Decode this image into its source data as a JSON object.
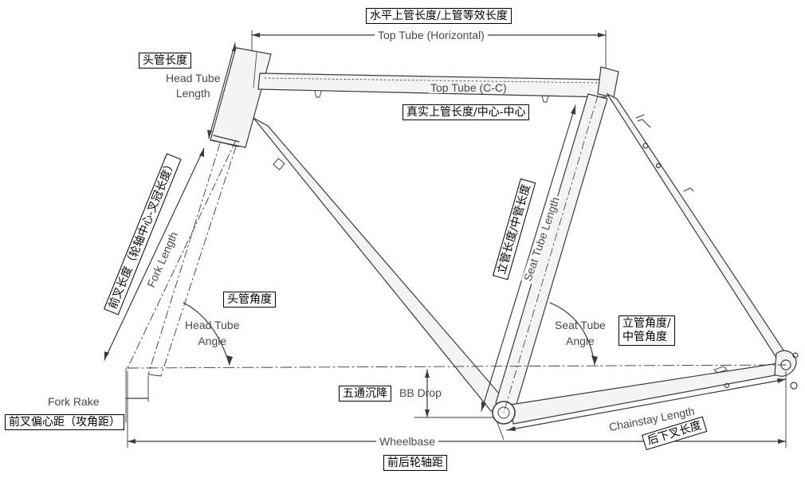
{
  "labels_en": {
    "top_tube_horizontal": "Top Tube (Horizontal)",
    "top_tube_cc": "Top Tube (C-C)",
    "head_tube_length": "Head Tube\nLength",
    "fork_length": "Fork Length",
    "head_tube_angle": "Head Tube\nAngle",
    "fork_rake": "Fork Rake",
    "bb_drop": "BB Drop",
    "wheelbase": "Wheelbase",
    "seat_tube_length": "Seat Tube Length",
    "seat_tube_angle": "Seat Tube\nAngle",
    "chainstay_length": "Chainstay Length"
  },
  "labels_cn": {
    "top_tube_horizontal": "水平上管长度/上管等效长度",
    "head_tube_length": "头管长度",
    "top_tube_cc": "真实上管长度/中心-中心",
    "fork_length": "前叉长度（轮轴中心-叉冠长度）",
    "head_tube_angle": "头管角度",
    "seat_tube_length": "立管长度/中管长度",
    "seat_tube_angle": "立管角度/\n中管角度",
    "bb_drop": "五通沉降",
    "fork_rake": "前叉偏心距（攻角距）",
    "chainstay_length": "后下叉长度",
    "wheelbase": "前后轮轴距"
  },
  "colors": {
    "line": "#3a3a3a",
    "tube_fill": "#f2f2f2",
    "text_en": "#4a4a4a",
    "text_cn": "#000000"
  }
}
